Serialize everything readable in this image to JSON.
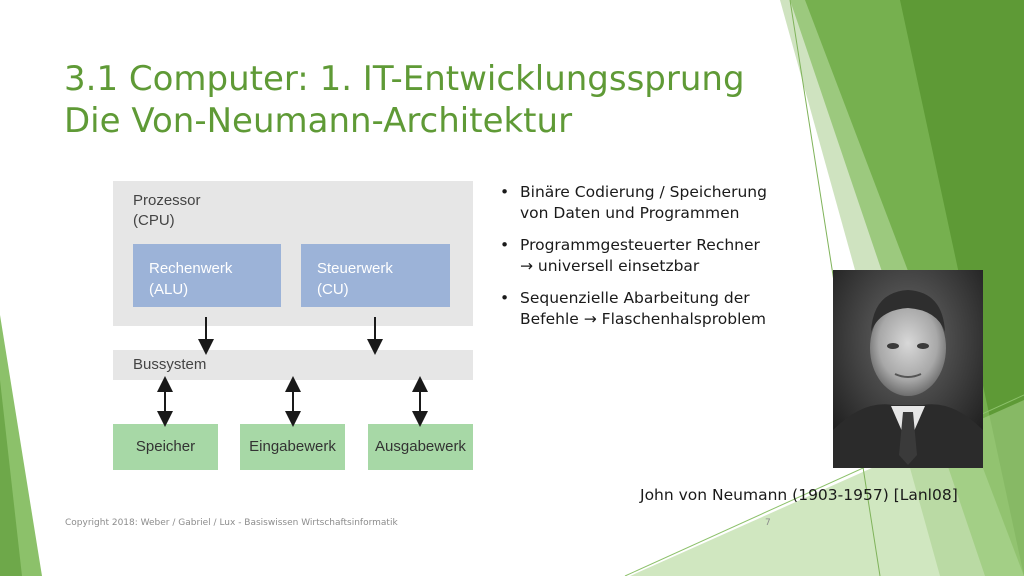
{
  "title": {
    "line1": "3.1 Computer: 1. IT-Entwicklungssprung",
    "line2": "Die Von-Neumann-Architektur"
  },
  "diagram": {
    "cpu_line1": "Prozessor",
    "cpu_line2": "(CPU)",
    "alu_line1": "Rechenwerk",
    "alu_line2": "(ALU)",
    "cu_line1": "Steuerwerk",
    "cu_line2": "(CU)",
    "bus": "Bussystem",
    "memory": "Speicher",
    "input": "Eingabewerk",
    "output": "Ausgabewerk"
  },
  "bullets": [
    {
      "line1": "Binäre Codierung / Speicherung",
      "line2": "von Daten und Programmen"
    },
    {
      "line1": "Programmgesteuerter Rechner",
      "line2": "→ universell einsetzbar"
    },
    {
      "line1": "Sequenzielle Abarbeitung der",
      "line2": "Befehle → Flaschenhalsproblem"
    }
  ],
  "bullet_glyph": "•",
  "caption": "John von Neumann (1903-1957) [Lanl08]",
  "footer": "Copyright 2018: Weber / Gabriel / Lux - Basiswissen Wirtschaftsinformatik",
  "page_number": "7",
  "colors": {
    "accent_green": "#5f9a36",
    "cpu_gray": "#e6e6e6",
    "unit_blue": "#9cb3d8",
    "io_green": "#a7d8a6"
  }
}
